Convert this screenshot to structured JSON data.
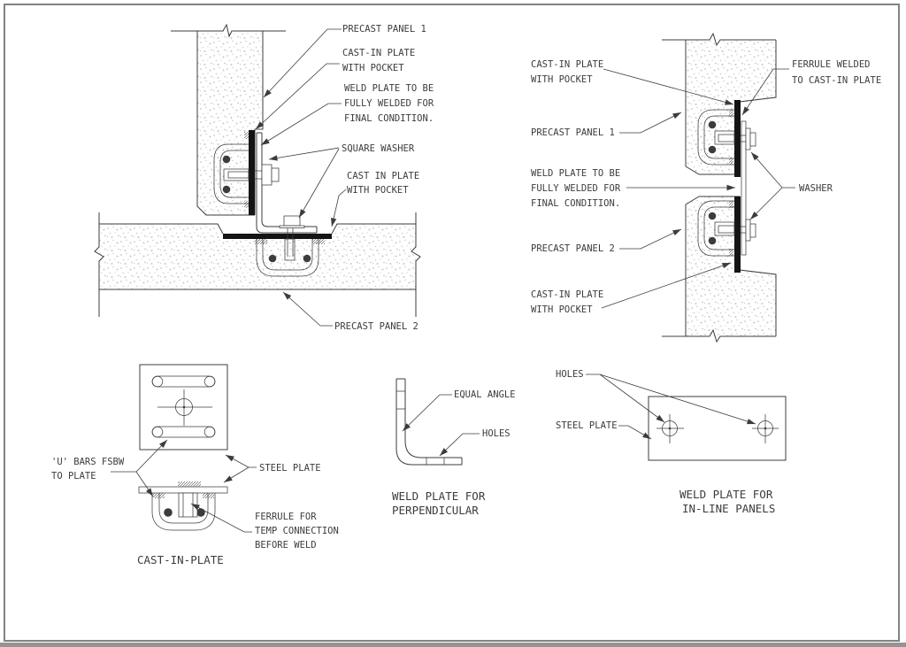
{
  "colors": {
    "line": "#3c3c3c",
    "text": "#3c3c3c",
    "plate": "#141414",
    "stipple_dot": "#c7c7c7",
    "frame": "#828282",
    "bottom_bar": "#949494",
    "background": "#ffffff"
  },
  "detail_a": {
    "labels": {
      "precast_panel_1": "PRECAST PANEL 1",
      "cast_in_plate": {
        "l1": "CAST-IN PLATE",
        "l2": "WITH POCKET"
      },
      "weld_plate": {
        "l1": "WELD PLATE TO BE",
        "l2": "FULLY WELDED FOR",
        "l3": "FINAL CONDITION."
      },
      "square_washer": "SQUARE WASHER",
      "cast_in_plate_2": {
        "l1": "CAST IN PLATE",
        "l2": "WITH POCKET"
      },
      "precast_panel_2": "PRECAST PANEL 2"
    }
  },
  "detail_b": {
    "labels": {
      "cast_in_plate_top": {
        "l1": "CAST-IN PLATE",
        "l2": "WITH POCKET"
      },
      "precast_panel_1": "PRECAST PANEL 1",
      "weld_plate": {
        "l1": "WELD PLATE TO BE",
        "l2": "FULLY WELDED FOR",
        "l3": "FINAL CONDITION."
      },
      "precast_panel_2": "PRECAST PANEL 2",
      "cast_in_plate_bottom": {
        "l1": "CAST-IN PLATE",
        "l2": "WITH POCKET"
      },
      "ferrule": {
        "l1": "FERRULE WELDED",
        "l2": "TO CAST-IN PLATE"
      },
      "washer": "WASHER"
    }
  },
  "detail_c": {
    "labels": {
      "u_bars": {
        "l1": "'U' BARS FSBW",
        "l2": "TO PLATE"
      },
      "steel_plate": "STEEL PLATE",
      "ferrule": {
        "l1": "FERRULE FOR",
        "l2": "TEMP CONNECTION",
        "l3": "BEFORE WELD"
      }
    },
    "caption": "CAST-IN-PLATE"
  },
  "detail_d": {
    "labels": {
      "equal_angle": "EQUAL ANGLE",
      "holes": "HOLES"
    },
    "caption": {
      "l1": "WELD PLATE FOR",
      "l2": "PERPENDICULAR"
    }
  },
  "detail_e": {
    "labels": {
      "holes": "HOLES",
      "steel_plate": "STEEL PLATE"
    },
    "caption": {
      "l1": "WELD PLATE FOR",
      "l2": "IN-LINE PANELS"
    }
  }
}
